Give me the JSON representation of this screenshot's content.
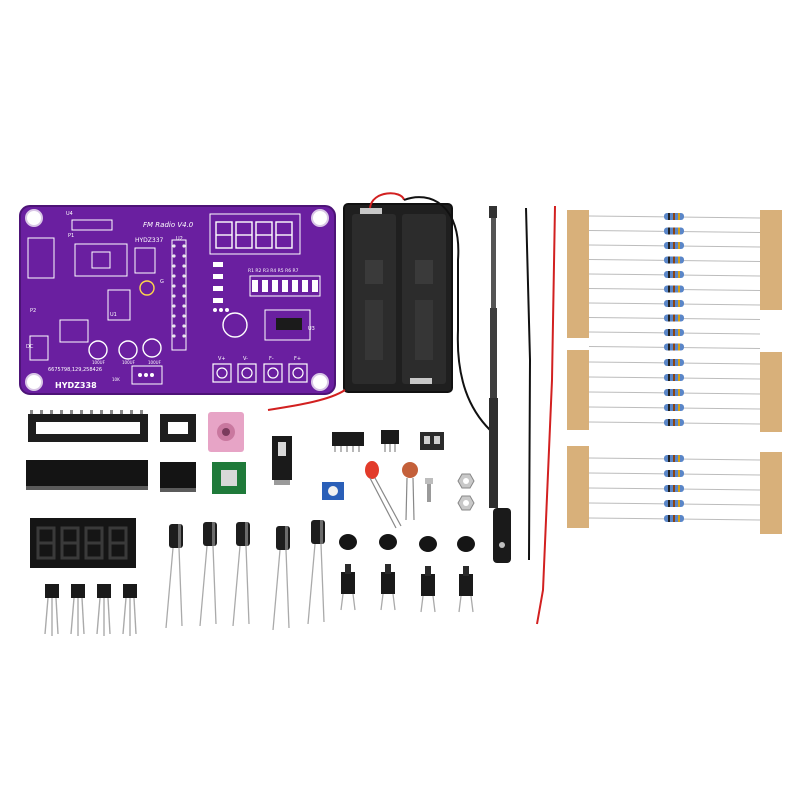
{
  "pcb": {
    "title": "FM Radio V4.0",
    "model_top": "HYDZ337",
    "model_bottom": "HYDZ338",
    "serial": "6675798,129,258426",
    "labels": {
      "u4": "U4",
      "p1": "P1",
      "p2": "P2",
      "u2": "U2",
      "u1": "U1",
      "u3": "U3",
      "dc": "DC",
      "g": "G",
      "cap_a": "100UF",
      "cap_b": "100UF",
      "cap_c": "100UF",
      "sm": "10K",
      "btn_vplus": "V+",
      "btn_vminus": "V-",
      "btn_fminus": "F-",
      "btn_fplus": "F+",
      "resistor_row": "R1 R2 R3 R4 R5 R6 R7"
    }
  },
  "colors": {
    "pcb": "#6a1fa0",
    "pcb_edge": "#4d1377",
    "silk": "#ffffff",
    "ic_black": "#1b1b1b",
    "battery_holder": "#222222",
    "wire_red": "#d22020",
    "tape": "#d8b07a",
    "resistor_body": "#5a86c8",
    "capacitor_body": "#1d1d1d",
    "led_red": "#e23b2a",
    "ceramic_cap": "#c4603a",
    "audio_jack_pink": "#e7a4c6",
    "module_green": "#1f7a3a",
    "trimmer_blue": "#2a5fb8"
  }
}
